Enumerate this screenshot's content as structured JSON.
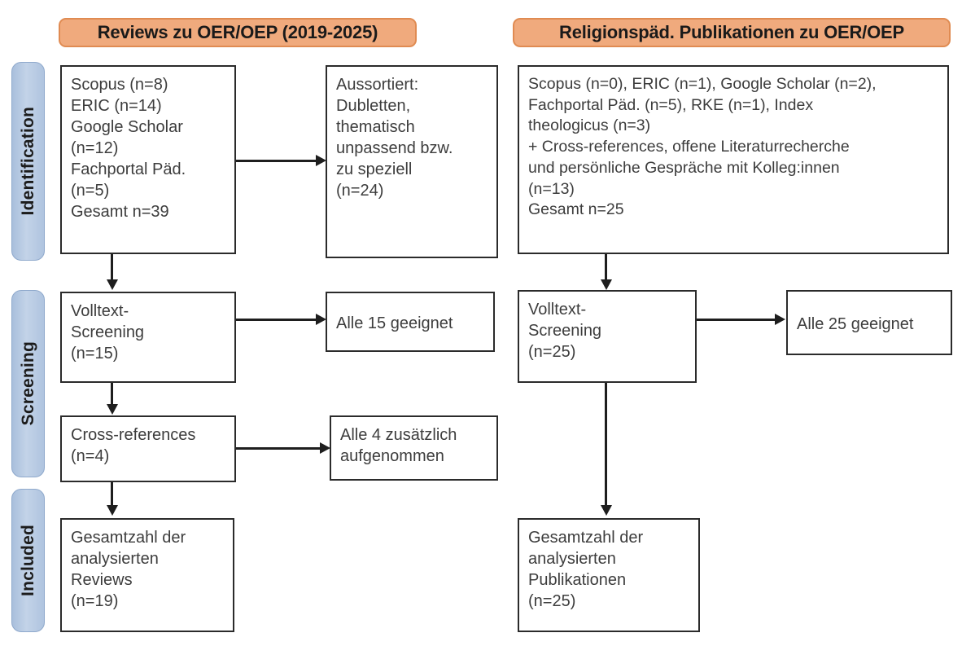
{
  "diagram": {
    "type": "prisma-flow-diagram",
    "columns": [
      {
        "id": "reviews",
        "header": "Reviews zu OER/OEP (2019-2025)"
      },
      {
        "id": "publikationen",
        "header": "Religionspäd. Publikationen zu OER/OEP"
      }
    ],
    "stages": [
      {
        "id": "identification",
        "label": "Identification"
      },
      {
        "id": "screening",
        "label": "Screening"
      },
      {
        "id": "included",
        "label": "Included"
      }
    ],
    "boxes": {
      "left_identification": "Scopus (n=8)\nERIC (n=14)\nGoogle Scholar\n(n=12)\nFachportal Päd.\n(n=5)\nGesamt n=39",
      "left_excluded": "Aussortiert:\nDubletten,\nthematisch\nunpassend bzw.\nzu speziell\n(n=24)",
      "left_screening": "Volltext-\nScreening\n(n=15)",
      "left_screening_out": "Alle 15 geeignet",
      "left_crossrefs": "Cross-references\n(n=4)",
      "left_crossrefs_out": "Alle 4 zusätzlich\naufgenommen",
      "left_included": "Gesamtzahl der\nanalysierten\nReviews\n(n=19)",
      "right_identification": "Scopus (n=0), ERIC (n=1), Google Scholar (n=2),\nFachportal Päd. (n=5), RKE (n=1), Index\ntheologicus (n=3)\n+ Cross-references, offene Literaturrecherche\nund persönliche Gespräche mit Kolleg:innen\n(n=13)\nGesamt n=25",
      "right_screening": "Volltext-\nScreening\n(n=25)",
      "right_screening_out": "Alle 25 geeignet",
      "right_included": "Gesamtzahl der\nanalysierten\nPublikationen\n(n=25)"
    },
    "counts": {
      "left_scopus": 8,
      "left_eric": 14,
      "left_google_scholar": 12,
      "left_fachportal": 5,
      "left_total": 39,
      "left_excluded": 24,
      "left_fulltext_screening": 15,
      "left_suitable": 15,
      "left_crossrefs": 4,
      "left_crossrefs_added": 4,
      "left_included": 19,
      "right_scopus": 0,
      "right_eric": 1,
      "right_google_scholar": 2,
      "right_fachportal": 5,
      "right_rke": 1,
      "right_index_theologicus": 3,
      "right_additional": 13,
      "right_total": 25,
      "right_fulltext_screening": 25,
      "right_suitable": 25,
      "right_included": 25
    },
    "colors": {
      "header_fill": "#F0AA7D",
      "header_border": "#E08B52",
      "stage_fill": "#B8CCE4",
      "stage_border": "#8FA9CC",
      "box_border": "#2b2b2b",
      "text": "#3d3d3d",
      "connector": "#1e1e1e"
    }
  }
}
